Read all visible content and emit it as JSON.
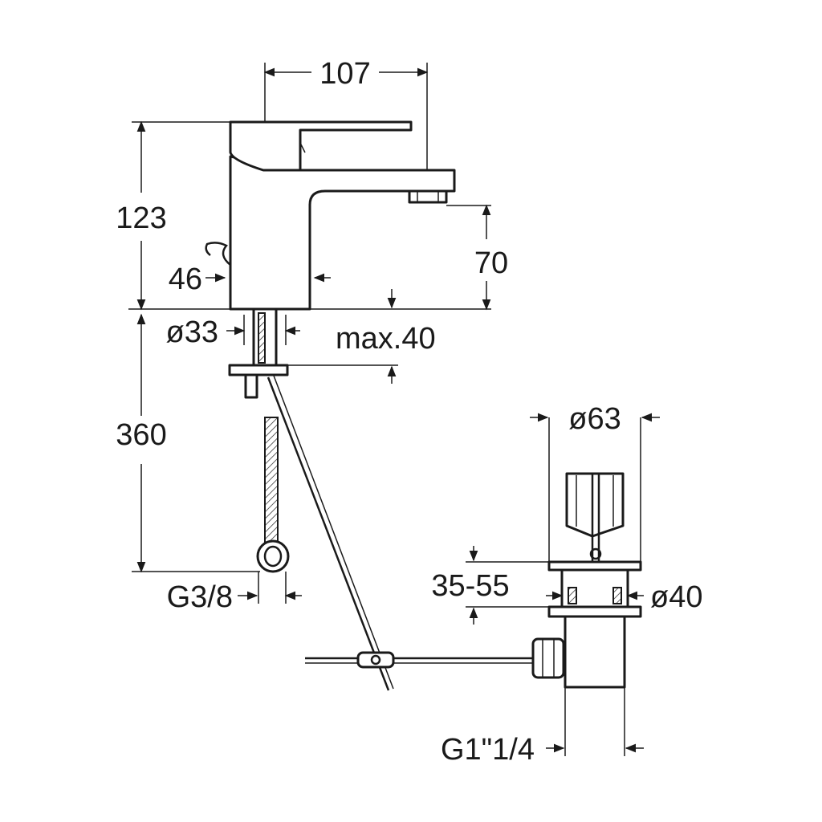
{
  "dimensions": {
    "width_top": "107",
    "height_total": "123",
    "spout_height": "70",
    "lever_offset": "46",
    "hole_diameter": "ø33",
    "deck_thickness": "max.40",
    "hose_length": "360",
    "hose_connection": "G3/8",
    "waste_diameter": "ø63",
    "waste_range": "35-55",
    "waste_inner": "ø40",
    "waste_thread": "G1\"1/4"
  },
  "colors": {
    "line": "#1a1a1a",
    "background": "#ffffff"
  }
}
